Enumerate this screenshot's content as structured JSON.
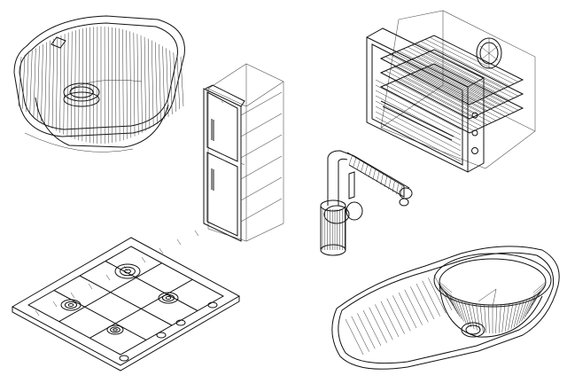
{
  "scene": {
    "background": "#ffffff",
    "line_color": "#111111",
    "models": [
      {
        "id": "undermount-sink",
        "kind": "wireframe"
      },
      {
        "id": "refrigerator",
        "kind": "wireframe"
      },
      {
        "id": "built-in-oven",
        "kind": "wireframe"
      },
      {
        "id": "kitchen-faucet",
        "kind": "wireframe"
      },
      {
        "id": "gas-hob",
        "kind": "wireframe"
      },
      {
        "id": "round-sink-with-drainer",
        "kind": "wireframe"
      }
    ]
  }
}
